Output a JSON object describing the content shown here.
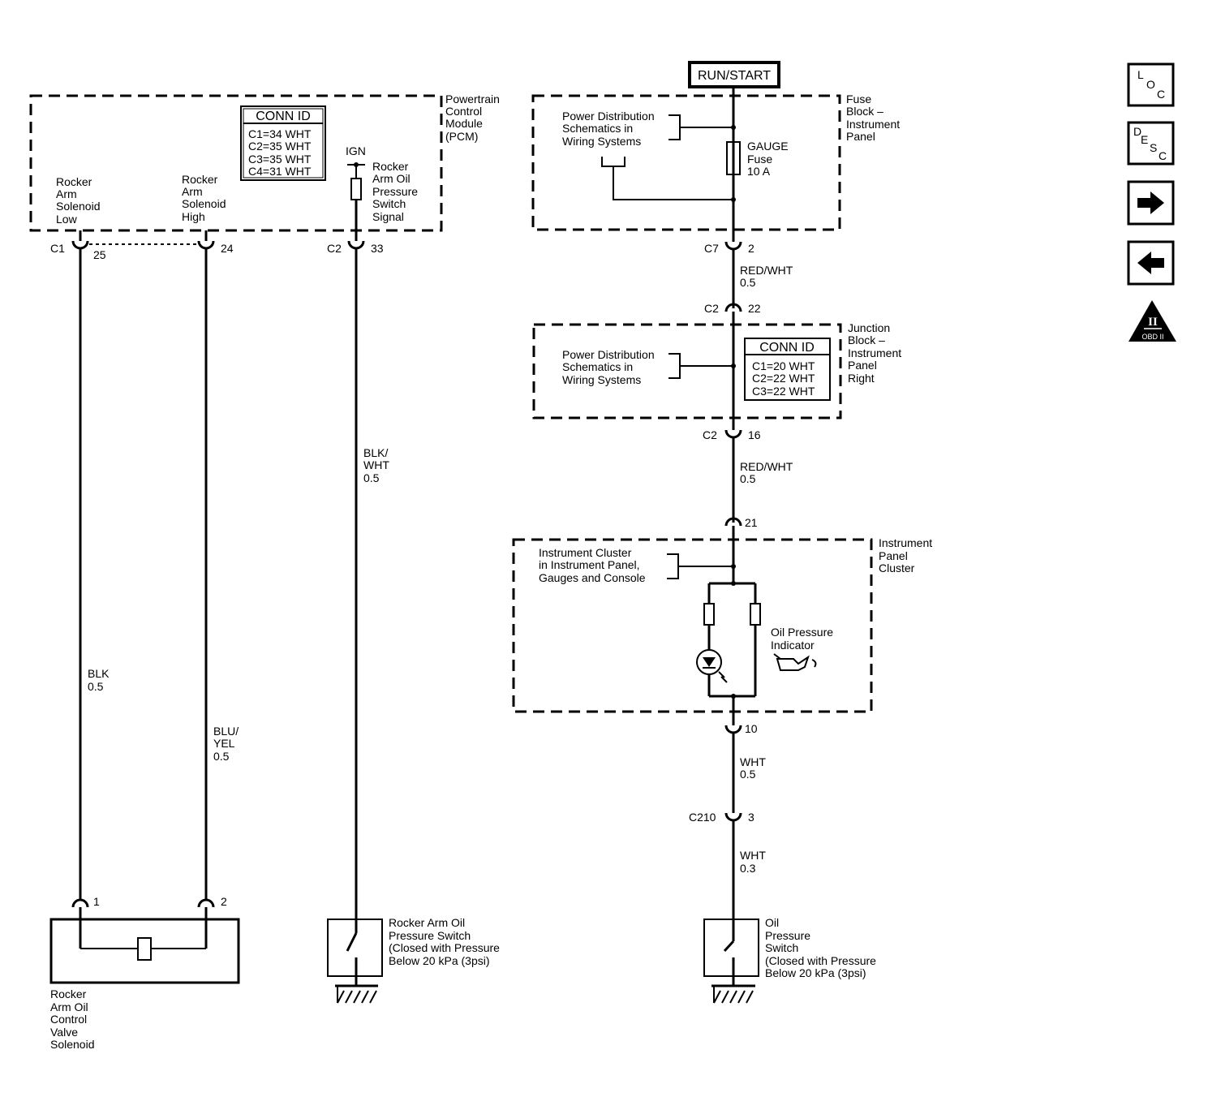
{
  "run_start": "RUN/START",
  "pcm": {
    "label": [
      "Powertrain",
      "Control",
      "Module",
      "(PCM)"
    ],
    "conn_title": "CONN ID",
    "conn_rows": [
      "C1=34 WHT",
      "C2=35 WHT",
      "C3=35 WHT",
      "C4=31 WHT"
    ],
    "ign": "IGN",
    "signal_label": [
      "Rocker",
      "Arm Oil",
      "Pressure",
      "Switch",
      "Signal"
    ],
    "low_label": [
      "Rocker",
      "Arm",
      "Solenoid",
      "Low"
    ],
    "high_label": [
      "Rocker",
      "Arm",
      "Solenoid",
      "High"
    ],
    "c1": "C1",
    "pin25": "25",
    "pin24": "24",
    "c2": "C2",
    "pin33": "33"
  },
  "wires_left": {
    "blk": [
      "BLK",
      "0.5"
    ],
    "bluyel": [
      "BLU/",
      "YEL",
      "0.5"
    ],
    "blkwht": [
      "BLK/",
      "WHT",
      "0.5"
    ]
  },
  "solenoid": {
    "pin1": "1",
    "pin2": "2",
    "label": [
      "Rocker",
      "Arm Oil",
      "Control",
      "Valve",
      "Solenoid"
    ]
  },
  "rocker_switch": {
    "label": [
      "Rocker Arm Oil",
      "Pressure Switch",
      "(Closed with Pressure",
      "Below 20 kPa (3psi)"
    ]
  },
  "fuse_block": {
    "label": [
      "Fuse",
      "Block –",
      "Instrument",
      "Panel"
    ],
    "power_dist": [
      "Power Distribution",
      "Schematics in",
      "Wiring  Systems"
    ],
    "fuse": [
      "GAUGE",
      "Fuse",
      "10 A"
    ],
    "c7": "C7",
    "pin2": "2"
  },
  "wire_redwht1": [
    "RED/WHT",
    "0.5"
  ],
  "junction_block": {
    "c2_top": "C2",
    "pin22": "22",
    "label": [
      "Junction",
      "Block –",
      "Instrument",
      "Panel",
      "Right"
    ],
    "power_dist": [
      "Power Distribution",
      "Schematics in",
      "Wiring  Systems"
    ],
    "conn_title": "CONN ID",
    "conn_rows": [
      "C1=20 WHT",
      "C2=22 WHT",
      "C3=22 WHT"
    ],
    "c2_bot": "C2",
    "pin16": "16"
  },
  "wire_redwht2": [
    "RED/WHT",
    "0.5"
  ],
  "cluster": {
    "pin21": "21",
    "label": [
      "Instrument",
      "Panel",
      "Cluster"
    ],
    "ref": [
      "Instrument Cluster",
      "in Instrument Panel,",
      "Gauges and Console"
    ],
    "indicator": [
      "Oil Pressure",
      "Indicator"
    ],
    "pin10": "10"
  },
  "wire_wht1": [
    "WHT",
    "0.5"
  ],
  "c210": "C210",
  "pin3": "3",
  "wire_wht2": [
    "WHT",
    "0.3"
  ],
  "oil_switch": {
    "label": [
      "Oil",
      "Pressure",
      "Switch",
      "(Closed with Pressure",
      "Below 20 kPa (3psi)"
    ]
  },
  "nav": {
    "loc": [
      "L",
      "O",
      "C"
    ],
    "desc": [
      "D",
      "E",
      "S",
      "C"
    ],
    "obd": [
      "II",
      "OBD II"
    ]
  }
}
